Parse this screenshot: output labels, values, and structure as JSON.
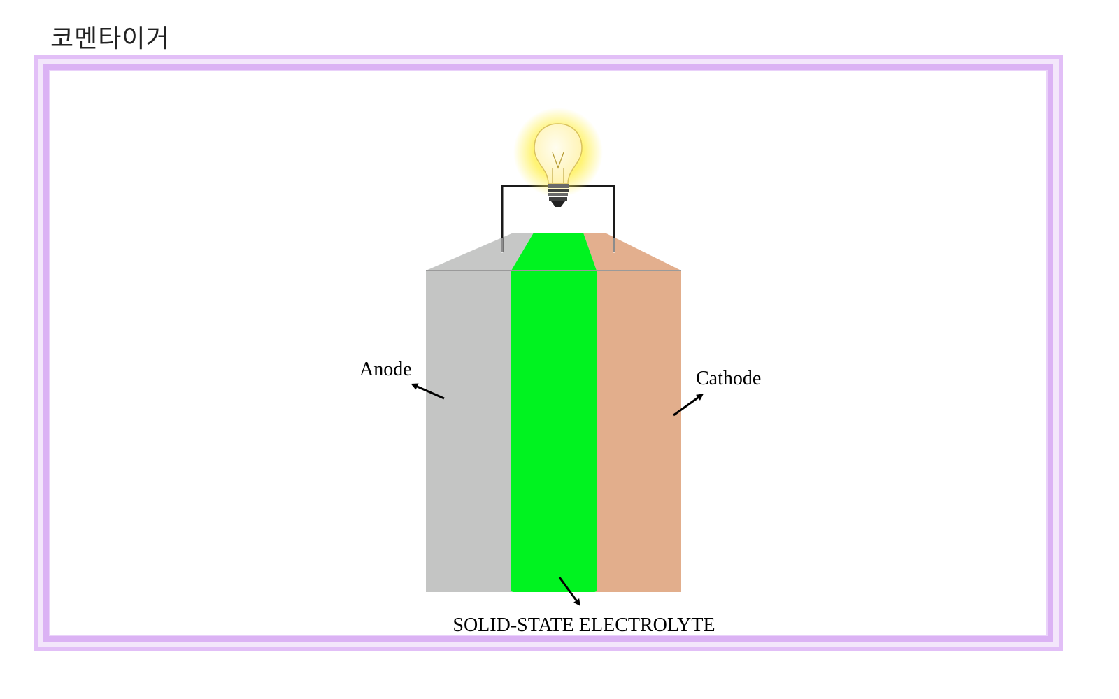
{
  "brand": {
    "title": "코멘타이거"
  },
  "diagram": {
    "labels": {
      "anode": "Anode",
      "cathode": "Cathode",
      "electrolyte": "SOLID-STATE ELECTROLYTE"
    },
    "icons": {
      "bulb": "light-bulb-icon"
    },
    "colors": {
      "anode": "#c4c5c4",
      "electrolyte": "#00f320",
      "cathode": "#e2ae8c",
      "wire": "#1a1a1a",
      "frame": "#dbb2f4",
      "bulb_glow": "#fff46a"
    }
  }
}
